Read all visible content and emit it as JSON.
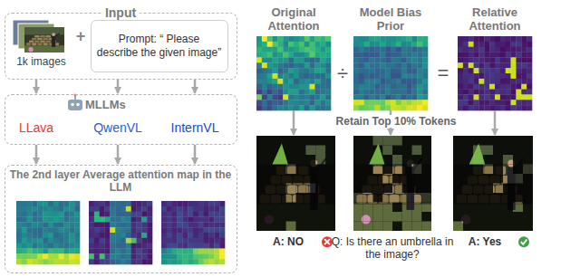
{
  "diagram": {
    "nodes": [
      {
        "text": [
          "Input"
        ]
      },
      {
        "text": [
          "1k images"
        ],
        "in": 0
      },
      {
        "text": [
          "Prompt: “ Please describe the given image”"
        ],
        "in": 0
      },
      {
        "text": [
          "MLLMs",
          "LLava",
          "QwenVL",
          "InternVL"
        ]
      },
      {
        "text": [
          "The 2nd layer Average attention map in the LLM"
        ]
      },
      {
        "text": [
          "Original Attention"
        ]
      },
      {
        "text": [
          "Model Bias Prior"
        ]
      },
      {
        "text": [
          "Relative Attention"
        ]
      },
      {
        "text": [
          "A: NO"
        ]
      },
      {
        "text": [
          "Q: Is there an umbrella in the image?"
        ]
      },
      {
        "text": [
          "A: Yes"
        ]
      }
    ],
    "edges": [
      {
        "from": 0,
        "to": 3,
        "arrow": "to"
      },
      {
        "from": 0,
        "to": 3,
        "arrow": "to"
      },
      {
        "from": 0,
        "to": 3,
        "arrow": "to"
      },
      {
        "from": 3,
        "to": 4,
        "arrow": "to"
      },
      {
        "from": 3,
        "to": 4,
        "arrow": "to"
      },
      {
        "from": 3,
        "to": 4,
        "arrow": "to"
      },
      {
        "from": 5,
        "to": 8,
        "arrow": "to"
      },
      {
        "from": 6,
        "to": 9,
        "arrow": "to"
      },
      {
        "from": 7,
        "to": 10,
        "arrow": "to"
      }
    ],
    "labels": [
      "+",
      "÷",
      "=",
      "Retain Top 10% Tokens"
    ]
  }
}
